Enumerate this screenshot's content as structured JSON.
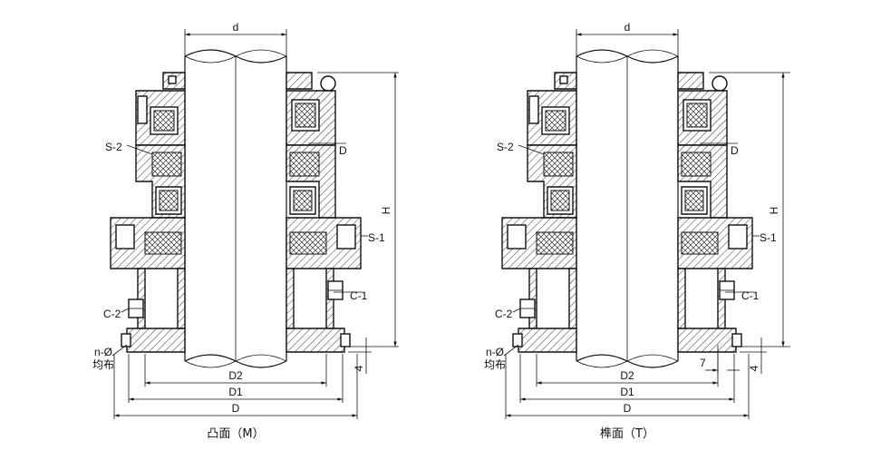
{
  "figures": [
    {
      "id": "M",
      "caption": "凸面（M）",
      "labels": {
        "d": "d",
        "H": "H",
        "D": "D",
        "D1": "D1",
        "D2": "D2",
        "S1": "S-1",
        "S2": "S-2",
        "C1": "C-1",
        "C2": "C-2",
        "small_D": "D",
        "bolt_a": "n-Ø",
        "bolt_b": "均布",
        "four": "4"
      }
    },
    {
      "id": "T",
      "caption": "榫面（T）",
      "labels": {
        "d": "d",
        "H": "H",
        "D": "D",
        "D1": "D1",
        "D2": "D2",
        "S1": "S-1",
        "S2": "S-2",
        "C1": "C-1",
        "C2": "C-2",
        "small_D": "D",
        "bolt_a": "n-Ø",
        "bolt_b": "均布",
        "four": "4",
        "seven": "7"
      }
    }
  ]
}
